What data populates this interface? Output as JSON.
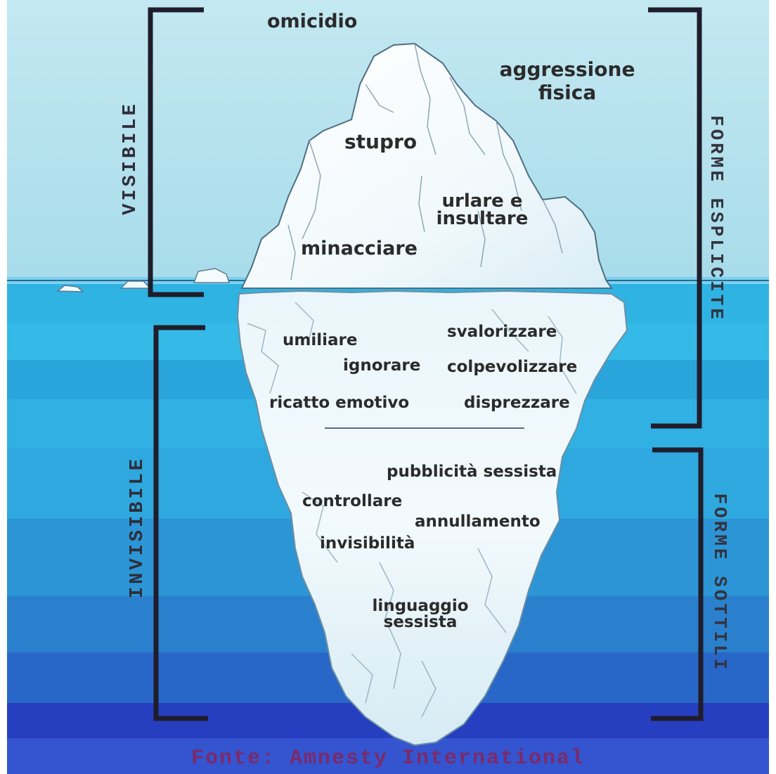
{
  "visible_labels": {
    "omicidio": "omicidio",
    "aggressione_1": "aggressione",
    "aggressione_2": "fisica",
    "stupro": "stupro",
    "urlare_1": "urlare e",
    "urlare_2": "insultare",
    "minacciare": "minacciare"
  },
  "hidden_labels": {
    "umiliare": "umiliare",
    "svalorizzare": "svalorizzare",
    "ignorare": "ignorare",
    "colpevolizzare": "colpevolizzare",
    "ricatto": "ricatto emotivo",
    "disprezzare": "disprezzare",
    "pubblicita": "pubblicità sessista",
    "controllare": "controllare",
    "annullamento": "annullamento",
    "invisibilita": "invisibilità",
    "linguaggio_1": "linguaggio",
    "linguaggio_2": "sessista"
  },
  "brackets": {
    "visibile": "VISIBILE",
    "invisibile": "INVISIBILE",
    "esplicite": "FORME ESPLICITE",
    "sottili": "FORME SOTTILI"
  },
  "source": "Fonte: Amnesty International",
  "colors": {
    "sky_top": "#bfe6f0",
    "sky_bottom": "#a9dcea",
    "water_top": "#31b4e4",
    "water_deep": "#2a44c6",
    "ice": "#f6fbfd",
    "ice_shade": "#d7ecf4",
    "bracket": "#1f1d2b",
    "source_text": "#7c2a6a"
  }
}
